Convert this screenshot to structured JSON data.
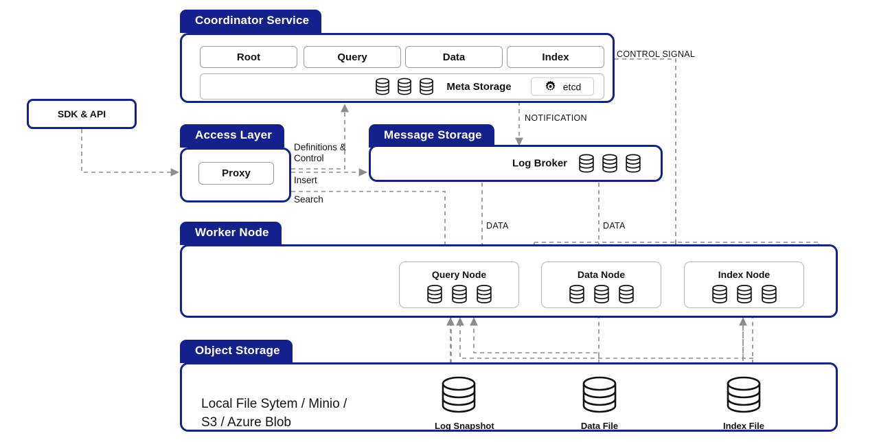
{
  "diagram": {
    "title": "Milvus Architecture",
    "accent_color": "#14218C",
    "line_color": "#8c8c8c"
  },
  "sdk": {
    "label": "SDK & API"
  },
  "coordinator": {
    "tab": "Coordinator Service",
    "services": [
      {
        "label": "Root"
      },
      {
        "label": "Query"
      },
      {
        "label": "Data"
      },
      {
        "label": "Index"
      }
    ],
    "meta": {
      "label": "Meta Storage",
      "disks": 3,
      "badge": {
        "label": "etcd",
        "icon": "etcd-gear-icon"
      }
    }
  },
  "access_layer": {
    "tab": "Access Layer",
    "proxy": {
      "label": "Proxy"
    }
  },
  "message_storage": {
    "tab": "Message Storage",
    "broker": {
      "label": "Log Broker",
      "disks": 3
    }
  },
  "worker_node": {
    "tab": "Worker Node",
    "nodes": [
      {
        "label": "Query Node",
        "disks": 3
      },
      {
        "label": "Data Node",
        "disks": 3
      },
      {
        "label": "Index Node",
        "disks": 3
      }
    ]
  },
  "object_storage": {
    "tab": "Object Storage",
    "backends_text": "Local File Sytem / Minio /\nS3 / Azure Blob",
    "files": [
      {
        "label": "Log Snapshot"
      },
      {
        "label": "Data File"
      },
      {
        "label": "Index File"
      }
    ]
  },
  "edge_labels": {
    "control_signal": "CONTROL SIGNAL",
    "notification": "NOTIFICATION",
    "definitions_control": "Definitions &\nControl",
    "insert": "Insert",
    "search": "Search",
    "data_left": "DATA",
    "data_right": "DATA"
  }
}
